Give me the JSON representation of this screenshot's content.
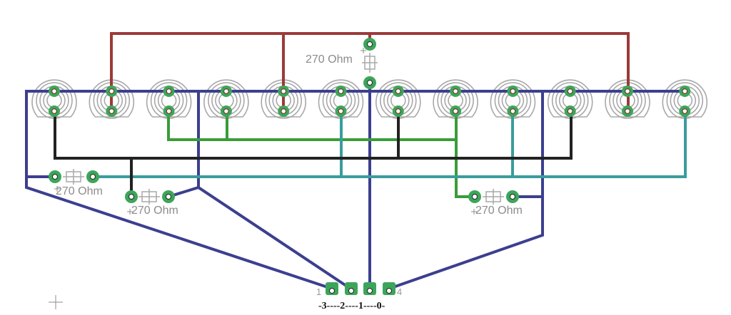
{
  "resistors": [
    {
      "label": "270 Ohm"
    },
    {
      "label": "270 Ohm"
    },
    {
      "label": "270 Ohm"
    },
    {
      "label": "270 Ohm"
    }
  ],
  "connector": {
    "label": "-3----2----1----0-",
    "pin_left": "1",
    "pin_right": "4"
  },
  "led_count": 12,
  "colors": {
    "red_net": "#9c3a3a",
    "blue_net": "#3c3f8f",
    "green_net": "#3a9c3a",
    "teal_net": "#3a9c9c",
    "black_net": "#222222",
    "pad": "#3da55a",
    "silkscreen": "#a8a8a8"
  }
}
